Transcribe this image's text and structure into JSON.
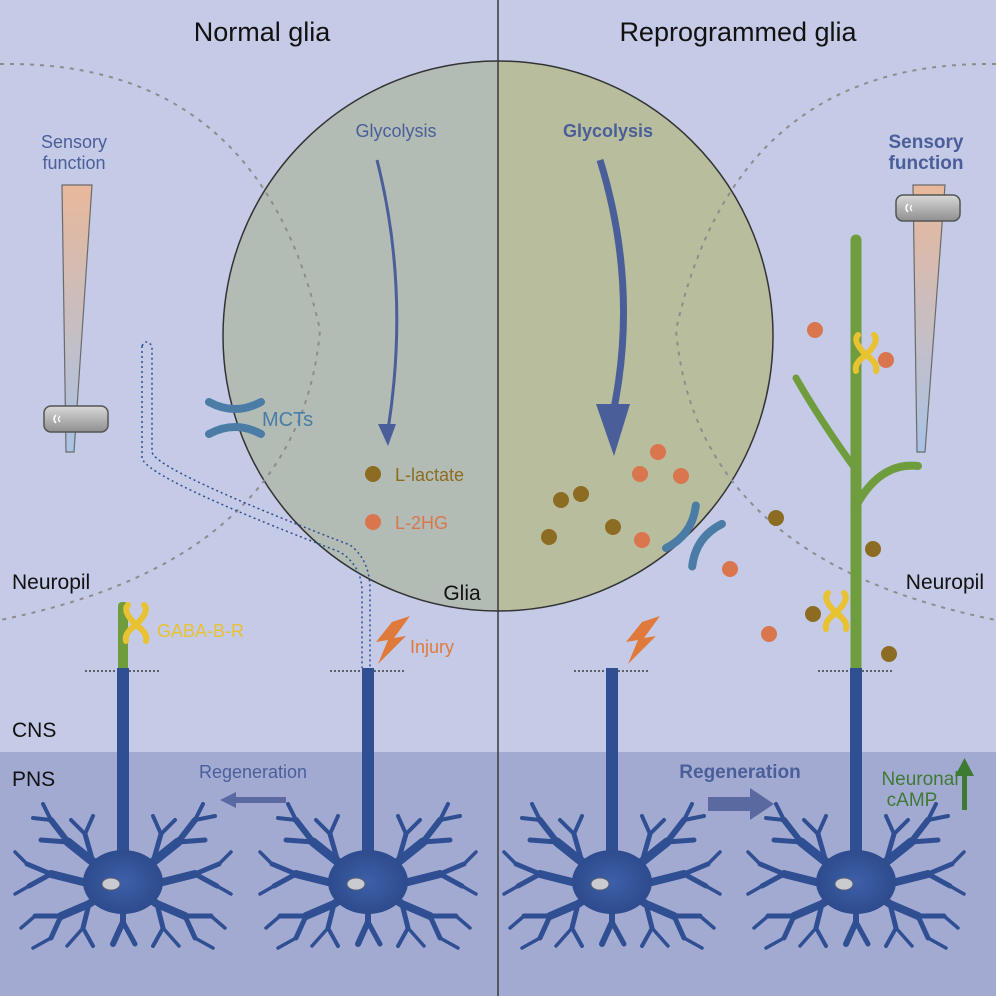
{
  "panels": {
    "left_title": "Normal glia",
    "right_title": "Reprogrammed glia"
  },
  "labels": {
    "sensory_function_left_line1": "Sensory",
    "sensory_function_left_line2": "function",
    "sensory_function_right_line1": "Sensory",
    "sensory_function_right_line2": "function",
    "glycolysis_left": "Glycolysis",
    "glycolysis_right": "Glycolysis",
    "mcts": "MCTs",
    "l_lactate": "L-lactate",
    "l_2hg": "L-2HG",
    "glia": "Glia",
    "neuropil_left": "Neuropil",
    "neuropil_right": "Neuropil",
    "gaba_b_r": "GABA-B-R",
    "injury": "Injury",
    "cns": "CNS",
    "pns": "PNS",
    "regeneration_left": "Regeneration",
    "regeneration_right": "Regeneration",
    "neuronal_camp_line1": "Neuronal",
    "neuronal_camp_line2": "cAMP"
  },
  "colors": {
    "background_cns": "#c5cae6",
    "background_pns": "#a3aad2",
    "glia_fill": "#b7bfa8",
    "neuron_blue": "#2f4f92",
    "axon_green": "#6f9c3c",
    "lactate_dot": "#8c6c22",
    "l2hg_dot": "#d9764e",
    "injury_orange": "#e07a3c",
    "gaba_receptor_yellow": "#e8c230",
    "mct_blue": "#4a7ca6",
    "glycolysis_arrow": "#4a5f9a"
  },
  "icons": {
    "bristle": "sensory-bristle-icon",
    "receptor": "gaba-receptor-icon",
    "transporter": "mct-transporter-icon",
    "injury": "lightning-bolt-icon",
    "neuron": "neuron-cell-body-icon",
    "camp_up": "up-arrow-icon"
  }
}
